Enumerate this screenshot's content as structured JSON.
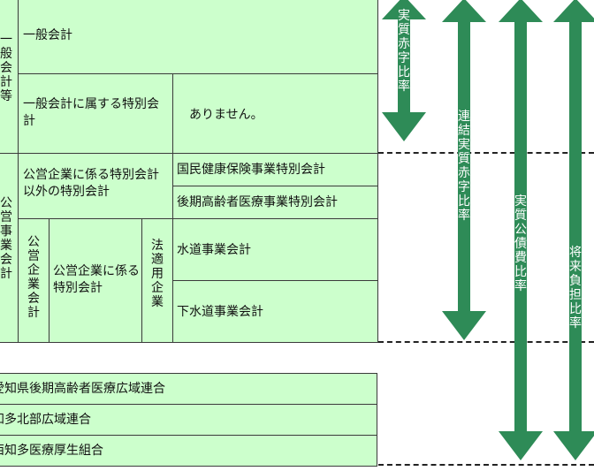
{
  "diagram": {
    "general_group": "一般会計等",
    "general_account": "一般会計",
    "general_special": "一般会計に属する特別会計",
    "general_special_value": "ありません。",
    "public_group": "公営事業会計",
    "public_other_special": "公営企業に係る特別会計以外の特別会計",
    "nhi": "国民健康保険事業特別会計",
    "elderly": "後期高齢者医療事業特別会計",
    "public_enterprise": "公営企業会計",
    "public_enterprise_special": "公営企業に係る特別会計",
    "law_applied": "法適用企業",
    "water": "水道事業会計",
    "sewer": "下水道事業会計",
    "union1": "愛知県後期高齢者医療広域連合",
    "union2": "知多北部広域連合",
    "union3": "西知多医療厚生組合"
  },
  "indicators": [
    {
      "label": "実質赤字比率",
      "color": "#2e8b57"
    },
    {
      "label": "連結実質赤字比率",
      "color": "#2e8b57"
    },
    {
      "label": "実質公債費比率",
      "color": "#2e8b57"
    },
    {
      "label": "将来負担比率",
      "color": "#2e8b57"
    }
  ]
}
